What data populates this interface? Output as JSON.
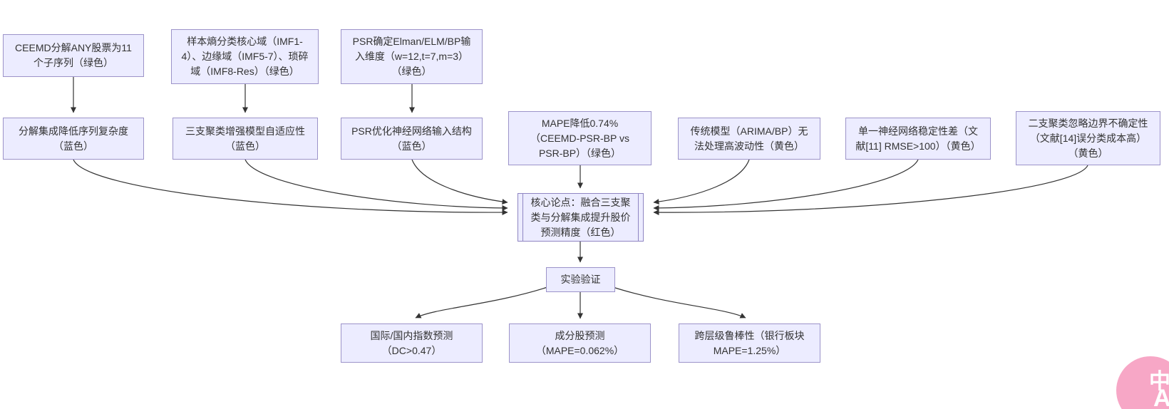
{
  "colors": {
    "node_fill": "#ECECFF",
    "node_border": "#9c93c9",
    "arrow": "#333333",
    "text": "#333333",
    "badge_pink": "#f7a7c6"
  },
  "diagram": {
    "nodes": [
      {
        "id": "ceemd",
        "label": "CEEMD分解ANY股票为11个子序列（绿色）"
      },
      {
        "id": "entropy",
        "label": "样本熵分类核心域（IMF1-4）、边缘域（IMF5-7）、琐碎域（IMF8-Res）（绿色）"
      },
      {
        "id": "psrdim",
        "label": "PSR确定Elman/ELM/BP输入维度（w=12,t=7,m=3）（绿色）"
      },
      {
        "id": "decomp",
        "label": "分解集成降低序列复杂度（蓝色）"
      },
      {
        "id": "threeway",
        "label": "三支聚类增强模型自适应性（蓝色）"
      },
      {
        "id": "psropt",
        "label": "PSR优化神经网络输入结构（蓝色）"
      },
      {
        "id": "mape",
        "label": "MAPE降低0.74%（CEEMD-PSR-BP vs PSR-BP）（绿色）"
      },
      {
        "id": "traditional",
        "label": "传统模型（ARIMA/BP）无法处理高波动性（黄色）"
      },
      {
        "id": "singlenn",
        "label": "单一神经网络稳定性差（文献[11] RMSE>100）（黄色）"
      },
      {
        "id": "twoway",
        "label": "二支聚类忽略边界不确定性（文献[14]误分类成本高）（黄色）"
      },
      {
        "id": "core",
        "label": "核心论点：融合三支聚类与分解集成提升股价预测精度（红色）"
      },
      {
        "id": "exp",
        "label": "实验验证"
      },
      {
        "id": "index",
        "label": "国际/国内指数预测（DC>0.47）"
      },
      {
        "id": "component",
        "label": "成分股预测（MAPE=0.062%）"
      },
      {
        "id": "robust",
        "label": "跨层级鲁棒性（银行板块MAPE=1.25%）"
      }
    ],
    "edges": [
      {
        "from": "ceemd",
        "to": "decomp"
      },
      {
        "from": "entropy",
        "to": "threeway"
      },
      {
        "from": "psrdim",
        "to": "psropt"
      },
      {
        "from": "decomp",
        "to": "core"
      },
      {
        "from": "threeway",
        "to": "core"
      },
      {
        "from": "psropt",
        "to": "core"
      },
      {
        "from": "mape",
        "to": "core"
      },
      {
        "from": "traditional",
        "to": "core"
      },
      {
        "from": "singlenn",
        "to": "core"
      },
      {
        "from": "twoway",
        "to": "core"
      },
      {
        "from": "core",
        "to": "exp"
      },
      {
        "from": "exp",
        "to": "index"
      },
      {
        "from": "exp",
        "to": "component"
      },
      {
        "from": "exp",
        "to": "robust"
      }
    ]
  },
  "badge": {
    "zh": "中",
    "a": "A"
  }
}
